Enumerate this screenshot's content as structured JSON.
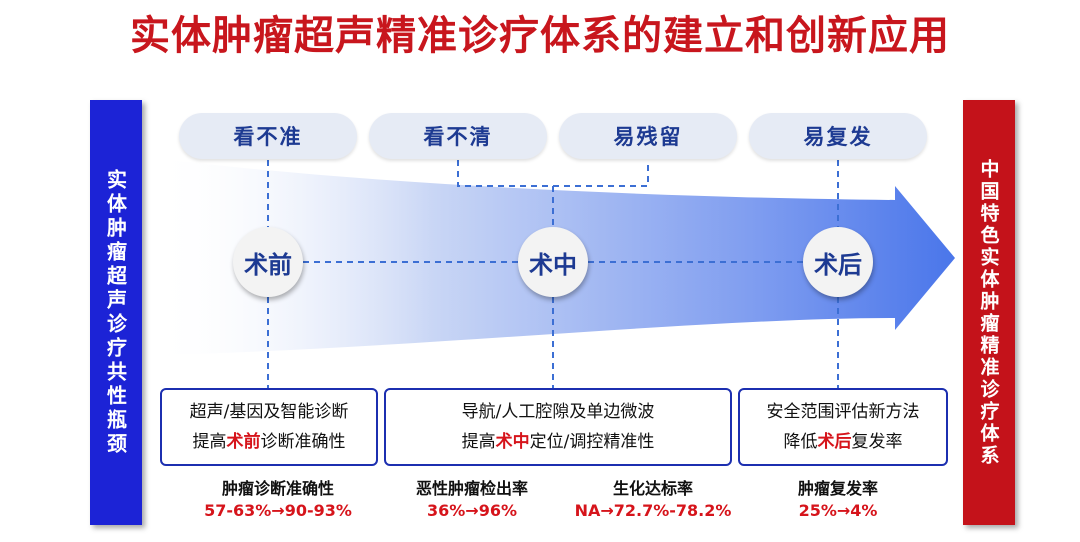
{
  "title": "实体肿瘤超声精准诊疗体系的建立和创新应用",
  "left_bar": "实体肿瘤超声诊疗共性瓶颈",
  "right_bar": "中国特色实体肿瘤精准诊疗体系",
  "problems": [
    "看不准",
    "看不清",
    "易残留",
    "易复发"
  ],
  "stages": [
    "术前",
    "术中",
    "术后"
  ],
  "boxes": [
    {
      "line1": "超声/基因及智能诊断",
      "line2_pre": "提高",
      "line2_hl": "术前",
      "line2_post": "诊断准确性"
    },
    {
      "line1": "导航/人工腔隙及单边微波",
      "line2_pre": "提高",
      "line2_hl": "术中",
      "line2_post": "定位/调控精准性"
    },
    {
      "line1": "安全范围评估新方法",
      "line2_pre": "降低",
      "line2_hl": "术后",
      "line2_post": "复发率"
    }
  ],
  "metrics": [
    {
      "label": "肿瘤诊断准确性",
      "value": "57-63%→90-93%"
    },
    {
      "label": "恶性肿瘤检出率",
      "value": "36%→96%"
    },
    {
      "label": "生化达标率",
      "value": "NA→72.7%-78.2%"
    },
    {
      "label": "肿瘤复发率",
      "value": "25%→4%"
    }
  ],
  "colors": {
    "title_red": "#c8161d",
    "left_blue": "#1c23d6",
    "right_red": "#c4121a",
    "arrow_blue": "#3d6ee6",
    "text_navy": "#1d3a92"
  }
}
